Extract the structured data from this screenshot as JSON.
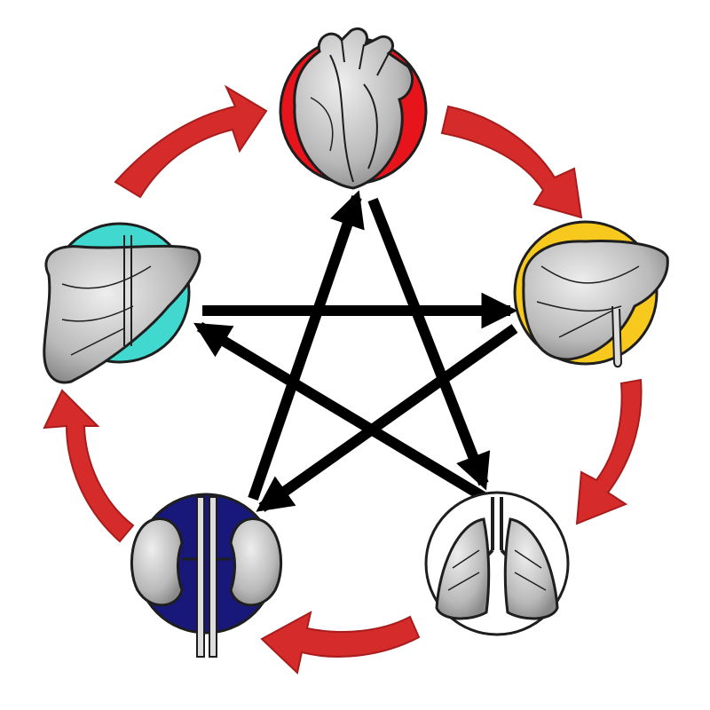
{
  "diagram": {
    "kind": "five-element organ cycle",
    "generating_cycle": [
      "heart",
      "spleen",
      "lungs",
      "kidneys",
      "liver"
    ],
    "controlling_cycle": [
      {
        "from": "heart",
        "to": "lungs"
      },
      {
        "from": "lungs",
        "to": "liver"
      },
      {
        "from": "liver",
        "to": "spleen"
      },
      {
        "from": "spleen",
        "to": "kidneys"
      },
      {
        "from": "kidneys",
        "to": "heart"
      }
    ],
    "organs": [
      {
        "id": "heart",
        "icon": "heart-icon",
        "color": "#e8141b"
      },
      {
        "id": "spleen",
        "icon": "spleen-icon",
        "color": "#f7c81d"
      },
      {
        "id": "lungs",
        "icon": "lungs-icon",
        "color": "#ffffff"
      },
      {
        "id": "kidneys",
        "icon": "kidneys-icon",
        "color": "#18187a"
      },
      {
        "id": "liver",
        "icon": "liver-icon",
        "color": "#41d9cf"
      }
    ],
    "colors": {
      "generating_arrow": "#d62b2b",
      "controlling_arrow": "#000000",
      "organ_outline": "#1e1e1e",
      "organ_fill": "#c9c9c9"
    }
  }
}
